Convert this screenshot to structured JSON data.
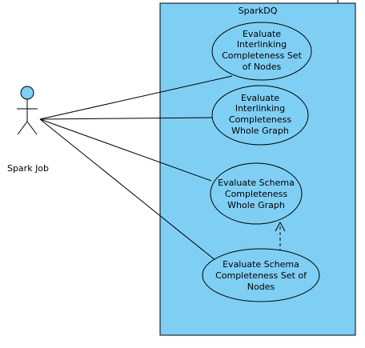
{
  "system": {
    "title": "SparkDQ",
    "fill_color": "#7fcff5"
  },
  "actor": {
    "label": "Spark Job",
    "head_color": "#7fcff5"
  },
  "use_cases": [
    {
      "id": "uc1",
      "lines": [
        "Evaluate",
        "Interlinking",
        "Completeness Set",
        "of Nodes"
      ]
    },
    {
      "id": "uc2",
      "lines": [
        "Evaluate",
        "Interlinking",
        "Completeness",
        "Whole Graph"
      ]
    },
    {
      "id": "uc3",
      "lines": [
        "Evaluate Schema",
        "Completeness",
        "Whole Graph"
      ]
    },
    {
      "id": "uc4",
      "lines": [
        "Evaluate Schema",
        "Completeness Set of",
        "Nodes"
      ]
    }
  ],
  "relationships": {
    "associations": [
      "uc1",
      "uc2",
      "uc3",
      "uc4"
    ],
    "dependencies": [
      {
        "from": "uc4",
        "to": "uc3",
        "style": "dashed-open-arrow"
      }
    ]
  }
}
